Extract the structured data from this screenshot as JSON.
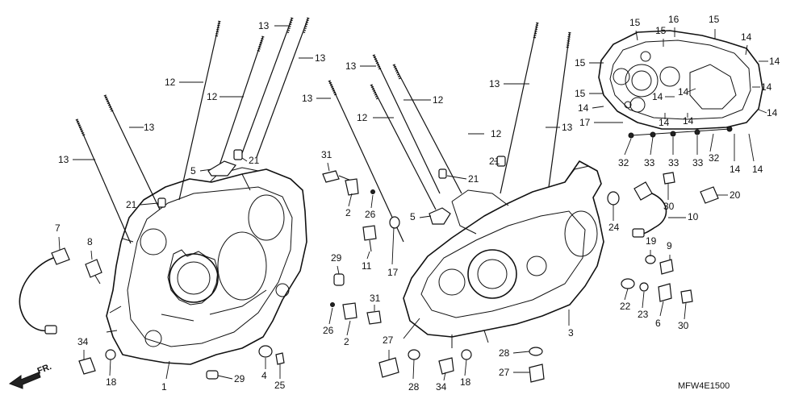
{
  "diagram": {
    "code": "MFW4E1500",
    "direction_label": "FR.",
    "callouts": [
      {
        "id": "c-left-1",
        "label": "1"
      },
      {
        "id": "c-left-2a",
        "label": "2"
      },
      {
        "id": "c-left-2b",
        "label": "2"
      },
      {
        "id": "c-3",
        "label": "3"
      },
      {
        "id": "c-4",
        "label": "4"
      },
      {
        "id": "c-5a",
        "label": "5"
      },
      {
        "id": "c-5b",
        "label": "5"
      },
      {
        "id": "c-6",
        "label": "6"
      },
      {
        "id": "c-7",
        "label": "7"
      },
      {
        "id": "c-8",
        "label": "8"
      },
      {
        "id": "c-9",
        "label": "9"
      },
      {
        "id": "c-10",
        "label": "10"
      },
      {
        "id": "c-11",
        "label": "11"
      },
      {
        "id": "c-12a",
        "label": "12"
      },
      {
        "id": "c-12b",
        "label": "12"
      },
      {
        "id": "c-12c",
        "label": "12"
      },
      {
        "id": "c-12d",
        "label": "12"
      },
      {
        "id": "c-12e",
        "label": "12"
      },
      {
        "id": "c-13a",
        "label": "13"
      },
      {
        "id": "c-13b",
        "label": "13"
      },
      {
        "id": "c-13c",
        "label": "13"
      },
      {
        "id": "c-13d",
        "label": "13"
      },
      {
        "id": "c-13e",
        "label": "13"
      },
      {
        "id": "c-13f",
        "label": "13"
      },
      {
        "id": "c-13g",
        "label": "13"
      },
      {
        "id": "c-13h",
        "label": "13"
      },
      {
        "id": "c-14a",
        "label": "14"
      },
      {
        "id": "c-14b",
        "label": "14"
      },
      {
        "id": "c-14c",
        "label": "14"
      },
      {
        "id": "c-14d",
        "label": "14"
      },
      {
        "id": "c-14e",
        "label": "14"
      },
      {
        "id": "c-14f",
        "label": "14"
      },
      {
        "id": "c-14g",
        "label": "14"
      },
      {
        "id": "c-14h",
        "label": "14"
      },
      {
        "id": "c-14i",
        "label": "14"
      },
      {
        "id": "c-14j",
        "label": "14"
      },
      {
        "id": "c-14k",
        "label": "14"
      },
      {
        "id": "c-15a",
        "label": "15"
      },
      {
        "id": "c-15b",
        "label": "15"
      },
      {
        "id": "c-15c",
        "label": "15"
      },
      {
        "id": "c-15d",
        "label": "15"
      },
      {
        "id": "c-15e",
        "label": "15"
      },
      {
        "id": "c-16",
        "label": "16"
      },
      {
        "id": "c-17a",
        "label": "17"
      },
      {
        "id": "c-17b",
        "label": "17"
      },
      {
        "id": "c-18a",
        "label": "18"
      },
      {
        "id": "c-18b",
        "label": "18"
      },
      {
        "id": "c-19",
        "label": "19"
      },
      {
        "id": "c-20",
        "label": "20"
      },
      {
        "id": "c-21a",
        "label": "21"
      },
      {
        "id": "c-21b",
        "label": "21"
      },
      {
        "id": "c-21c",
        "label": "21"
      },
      {
        "id": "c-21d",
        "label": "21"
      },
      {
        "id": "c-22",
        "label": "22"
      },
      {
        "id": "c-23",
        "label": "23"
      },
      {
        "id": "c-24",
        "label": "24"
      },
      {
        "id": "c-25",
        "label": "25"
      },
      {
        "id": "c-26a",
        "label": "26"
      },
      {
        "id": "c-26b",
        "label": "26"
      },
      {
        "id": "c-27a",
        "label": "27"
      },
      {
        "id": "c-27b",
        "label": "27"
      },
      {
        "id": "c-28a",
        "label": "28"
      },
      {
        "id": "c-28b",
        "label": "28"
      },
      {
        "id": "c-29a",
        "label": "29"
      },
      {
        "id": "c-29b",
        "label": "29"
      },
      {
        "id": "c-30a",
        "label": "30"
      },
      {
        "id": "c-30b",
        "label": "30"
      },
      {
        "id": "c-31a",
        "label": "31"
      },
      {
        "id": "c-31b",
        "label": "31"
      },
      {
        "id": "c-32a",
        "label": "32"
      },
      {
        "id": "c-32b",
        "label": "32"
      },
      {
        "id": "c-33a",
        "label": "33"
      },
      {
        "id": "c-33b",
        "label": "33"
      },
      {
        "id": "c-33c",
        "label": "33"
      },
      {
        "id": "c-34a",
        "label": "34"
      },
      {
        "id": "c-34b",
        "label": "34"
      }
    ]
  }
}
